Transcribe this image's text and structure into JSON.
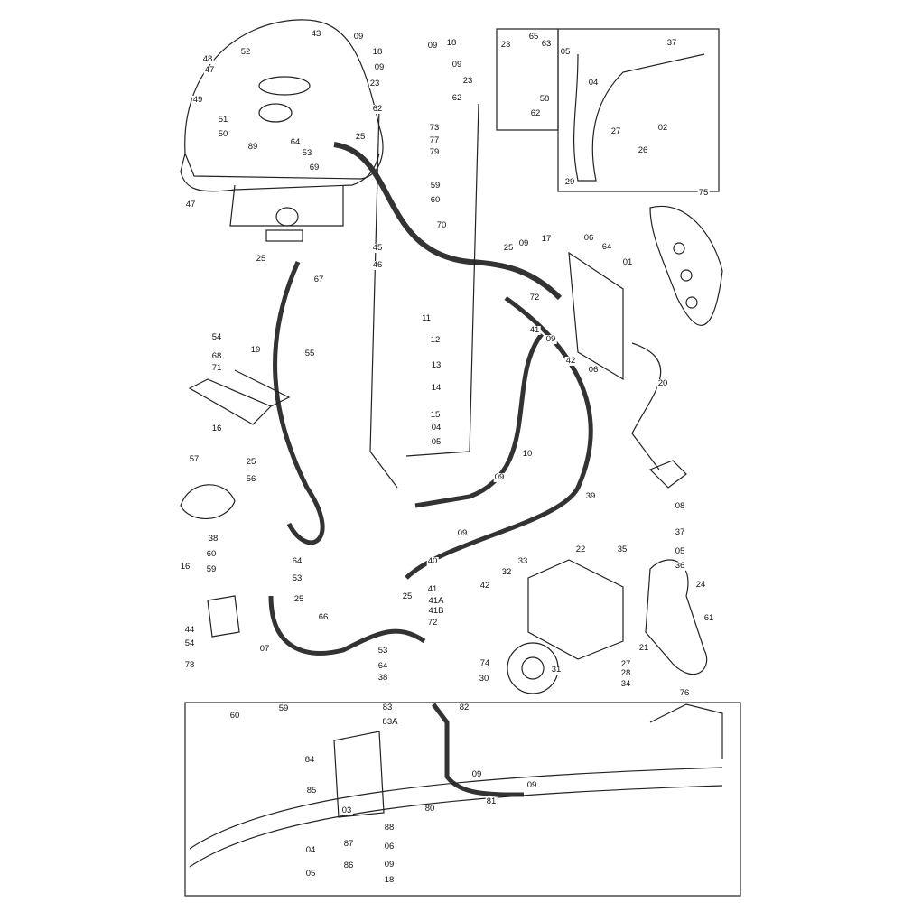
{
  "diagram": {
    "title": "Spray unit exploded parts diagram",
    "callouts": [
      "43",
      "52",
      "48",
      "47",
      "49",
      "51",
      "50",
      "89",
      "64",
      "53",
      "25",
      "69",
      "47",
      "25",
      "67",
      "45",
      "46",
      "09",
      "18",
      "09",
      "23",
      "62",
      "09",
      "18",
      "09",
      "23",
      "62",
      "73",
      "77",
      "79",
      "59",
      "60",
      "23",
      "65",
      "63",
      "58",
      "62",
      "37",
      "05",
      "04",
      "02",
      "27",
      "26",
      "29",
      "75",
      "70",
      "25",
      "09",
      "17",
      "06",
      "64",
      "01",
      "72",
      "41",
      "09",
      "42",
      "06",
      "20",
      "08",
      "11",
      "12",
      "13",
      "14",
      "15",
      "04",
      "05",
      "10",
      "09",
      "09",
      "39",
      "55",
      "54",
      "19",
      "68",
      "71",
      "16",
      "57",
      "25",
      "56",
      "38",
      "64",
      "53",
      "25",
      "60",
      "59",
      "16",
      "44",
      "54",
      "07",
      "78",
      "66",
      "40",
      "41",
      "41A",
      "41B",
      "72",
      "25",
      "42",
      "32",
      "33",
      "22",
      "35",
      "53",
      "64",
      "38",
      "74",
      "30",
      "31",
      "27",
      "28",
      "34",
      "37",
      "05",
      "36",
      "24",
      "61",
      "21",
      "76",
      "60",
      "59",
      "83",
      "83A",
      "82",
      "84",
      "85",
      "09",
      "81",
      "09",
      "03",
      "80",
      "88",
      "87",
      "06",
      "04",
      "86",
      "09",
      "05",
      "18"
    ]
  }
}
